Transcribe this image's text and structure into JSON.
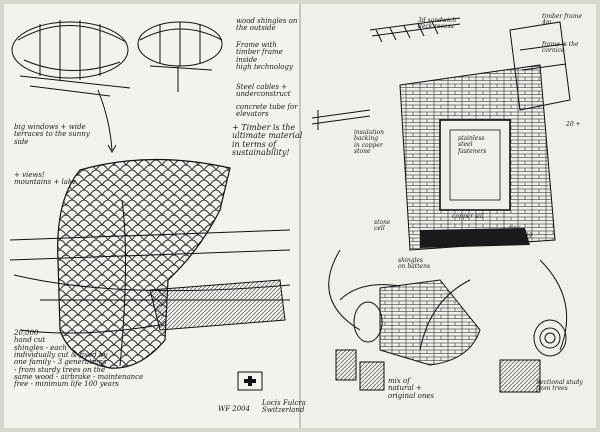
{
  "left_page": {
    "notes": {
      "wood_shingles": [
        "wood shingles on",
        "the outside"
      ],
      "frame": [
        "Frame with",
        "timber frame",
        "inside",
        "high technology"
      ],
      "steel": [
        "Steel cables +",
        "underconstruct"
      ],
      "concrete": [
        "concrete tube for",
        "elevators"
      ],
      "windows": [
        "big windows + wide",
        "terraces to the sunny",
        "side"
      ],
      "views": [
        "+ views!",
        "mountains + lake"
      ],
      "timber": [
        "+ Timber is the",
        "ultimate material",
        "in terms of",
        "sustainability!"
      ],
      "shingles_story": [
        "20,000",
        "hand cut",
        "shingles - each",
        "individually cut & fixed by",
        "one family - 3 generations",
        "- from sturdy trees on the",
        "same wood - airbrake - maintenance",
        "free - minimum life 100 years"
      ],
      "date": "WF 2004",
      "location": [
        "Locis Fulcra",
        "Switzerland"
      ]
    }
  },
  "right_page": {
    "notes": {
      "top_detail": [
        "3d sandwich",
        "deck recess"
      ],
      "timber_frame": [
        "timber frame",
        "4m"
      ],
      "frame_pipe": [
        "frame is the",
        "cornice"
      ],
      "insulation": [
        "insulation",
        "backing",
        "in copper",
        "stone"
      ],
      "stainless": [
        "stainless",
        "steel",
        "fasteners"
      ],
      "stone_wall": [
        "stone",
        "cell"
      ],
      "zinc": [
        "zinc",
        "flashing"
      ],
      "copper": "copper sill",
      "shingles": [
        "shingles",
        "on battens"
      ],
      "mix": [
        "mix of",
        "natural +",
        "original ones"
      ],
      "section": [
        "Sectional study",
        "from trees"
      ],
      "dims": "20 +"
    }
  }
}
